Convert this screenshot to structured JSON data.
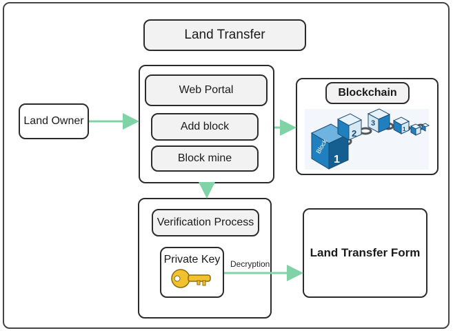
{
  "diagram": {
    "title": "Land Transfer",
    "land_owner": "Land Owner",
    "web_portal": "Web Portal",
    "add_block": "Add block",
    "block_mine": "Block mine",
    "blockchain": "Blockchain",
    "verification_process": "Verification Process",
    "private_key": "Private Key",
    "decryption": "Decryption",
    "land_transfer_form": "Land Transfer Form",
    "blockchain_image": {
      "block_label": "Block",
      "numbers": [
        "1",
        "2",
        "3",
        "1"
      ],
      "colors": {
        "cube_blue": "#1f7fbf",
        "cube_light": "#e8f2fa",
        "chain": "#555555"
      }
    },
    "colors": {
      "arrow": "#7fd3a6",
      "key": "#f2c12e",
      "border": "#2b2b2b",
      "box_grey": "#f2f2f2"
    }
  }
}
